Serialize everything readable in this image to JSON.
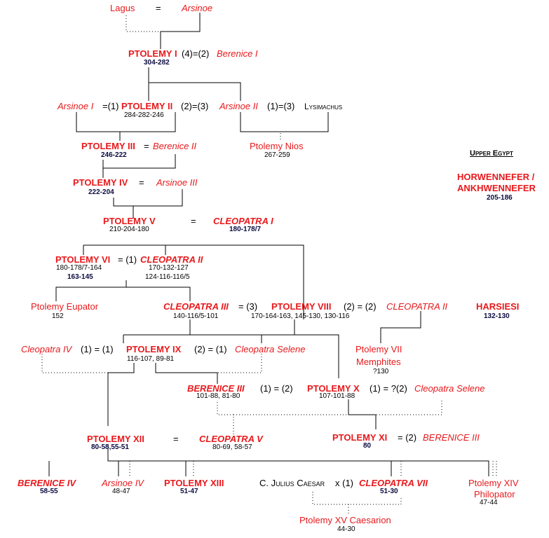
{
  "people": {
    "lagus": "Lagus",
    "eq_lagus": "=",
    "arsinoe": "Arsinoe",
    "ptolemy1": "PTOLEMY I",
    "ptolemy1_marriage": "(4)=(2)",
    "berenice1": "Berenice I",
    "ptolemy1_dates": "304-282",
    "arsinoe1": "Arsinoe I",
    "arsinoe1_eq": "=(1)",
    "ptolemy2": "PTOLEMY II",
    "ptolemy2_eq": "(2)=(3)",
    "arsinoe2": "Arsinoe II",
    "arsinoe2_eq": "(1)=(3)",
    "lysimachus": "Lysimachus",
    "ptolemy2_dates": "284-282-246",
    "ptolemy3": "PTOLEMY III",
    "ptolemy3_eq": "=",
    "berenice2": "Berenice II",
    "ptolemy3_dates": "246-222",
    "ptolemy_nios": "Ptolemy Nios",
    "ptolemy_nios_dates": "267-259",
    "ptolemy4": "PTOLEMY IV",
    "ptolemy4_eq": "=",
    "arsinoe3": "Arsinoe III",
    "ptolemy4_dates": "222-204",
    "ptolemy5": "PTOLEMY V",
    "ptolemy5_eq": "=",
    "cleopatra1": "CLEOPATRA I",
    "ptolemy5_dates": "210-204-180",
    "cleopatra1_dates": "180-178/7",
    "ptolemy6": "PTOLEMY VI",
    "ptolemy6_eq": "= (1)",
    "cleopatra2": "CLEOPATRA II",
    "ptolemy6_dates1": "180-178/7-164",
    "ptolemy6_dates2": "163-145",
    "cleopatra2_dates1": "170-132-127",
    "cleopatra2_dates2": "124-116-116/5",
    "ptolemy_eupator": "Ptolemy Eupator",
    "ptolemy_eupator_dates": "152",
    "cleopatra3": "CLEOPATRA III",
    "cleopatra3_eq": "= (3)",
    "cleopatra3_dates": "140-116/5-101",
    "ptolemy8": "PTOLEMY VIII",
    "ptolemy8_eq": "(2) = (2)",
    "cleopatra2b": "CLEOPATRA II",
    "ptolemy8_dates": "170-164-163, 145-130, 130-116",
    "ptolemy7": "Ptolemy VII",
    "memphites": "Memphites",
    "ptolemy7_dates": "?130",
    "cleopatra4": "Cleopatra IV",
    "cleopatra4_eq": "(1) = (1)",
    "ptolemy9": "PTOLEMY IX",
    "ptolemy9_eq": "(2) = (1)",
    "cleopatra_selene": "Cleopatra Selene",
    "ptolemy9_dates": "116-107, 89-81",
    "berenice3": "BERENICE III",
    "berenice3_eq": "(1) = (2)",
    "berenice3_dates": "101-88, 81-80",
    "ptolemy10": "PTOLEMY X",
    "ptolemy10_eq": "(1) = ?(2)",
    "cleopatra_selene2": "Cleopatra Selene",
    "ptolemy10_dates": "107-101-88",
    "ptolemy12": "PTOLEMY XII",
    "ptolemy12_eq": "=",
    "cleopatra5": "CLEOPATRA V",
    "ptolemy12_dates": "80-58,55-51",
    "cleopatra5_dates": "80-69, 58-57",
    "ptolemy11": "PTOLEMY XI",
    "ptolemy11_eq": "= (2)",
    "berenice3b": "BERENICE III",
    "ptolemy11_dates": "80",
    "berenice4": "BERENICE IV",
    "berenice4_dates": "58-55",
    "arsinoe4": "Arsinoe IV",
    "arsinoe4_dates": "48-47",
    "ptolemy13": "PTOLEMY XIII",
    "ptolemy13_dates": "51-47",
    "caesar": "C. Julius Caesar",
    "caesar_eq": "x (1)",
    "cleopatra7": "CLEOPATRA VII",
    "cleopatra7_dates": "51-30",
    "ptolemy14": "Ptolemy XIV",
    "philopator": "Philopator",
    "ptolemy14_dates": "47-44",
    "caesarion": "Ptolemy XV Caesarion",
    "caesarion_dates": "44-30"
  },
  "upper_egypt": {
    "heading": "Upper Egypt",
    "horwennefer": "HORWENNEFER /",
    "ankhwennefer": "ANKHWENNEFER",
    "dates": "205-186",
    "harsiesi": "HARSIESI",
    "harsiesi_dates": "132-130"
  }
}
